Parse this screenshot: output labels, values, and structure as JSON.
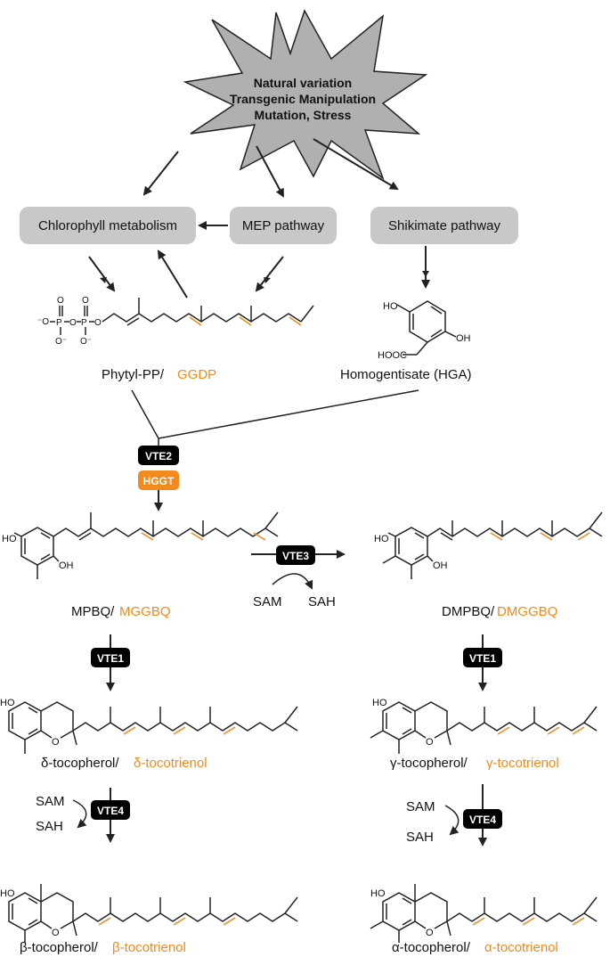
{
  "trigger": {
    "line1": "Natural variation",
    "line2": "Transgenic Manipulation",
    "line3": "Mutation, Stress"
  },
  "pathways": {
    "chlorophyll": "Chlorophyll metabolism",
    "mep": "MEP pathway",
    "shikimate": "Shikimate pathway"
  },
  "precursors": {
    "phytyl": "Phytyl-PP/",
    "ggdp": "GGDP",
    "hga": "Homogentisate (HGA)",
    "hga_ho": "HO",
    "hga_oh": "OH",
    "hga_hooc": "HOOC"
  },
  "phosphate": {
    "o_minus_left": "⁻O",
    "p1": "P",
    "p2": "P",
    "o": "O",
    "o_minus": "O⁻"
  },
  "enzymes": {
    "vte2": "VTE2",
    "hggt": "HGGT",
    "vte3": "VTE3",
    "vte1_left": "VTE1",
    "vte1_right": "VTE1",
    "vte4_left": "VTE4",
    "vte4_right": "VTE4"
  },
  "cofactors": {
    "sam": "SAM",
    "sah": "SAH"
  },
  "products": {
    "mpbq": "MPBQ/",
    "mggbq": "MGGBQ",
    "dmpbq": "DMPBQ/",
    "dmggbq": "DMGGBQ",
    "delta_toc": "δ-tocopherol/",
    "delta_t3": "δ-tocotrienol",
    "gamma_toc": "γ-tocopherol/",
    "gamma_t3": "γ-tocotrienol",
    "beta_toc": "β-tocopherol/",
    "beta_t3": "β-tocotrienol",
    "alpha_toc": "α-tocopherol/",
    "alpha_t3": "α-tocotrienol"
  },
  "atoms": {
    "ho": "HO",
    "oh": "OH",
    "o": "O"
  },
  "colors": {
    "accent": "#f28a1d",
    "enzyme_box": "#000000",
    "pathway_box": "#c8c8c8",
    "burst": "#b0b0b0"
  }
}
